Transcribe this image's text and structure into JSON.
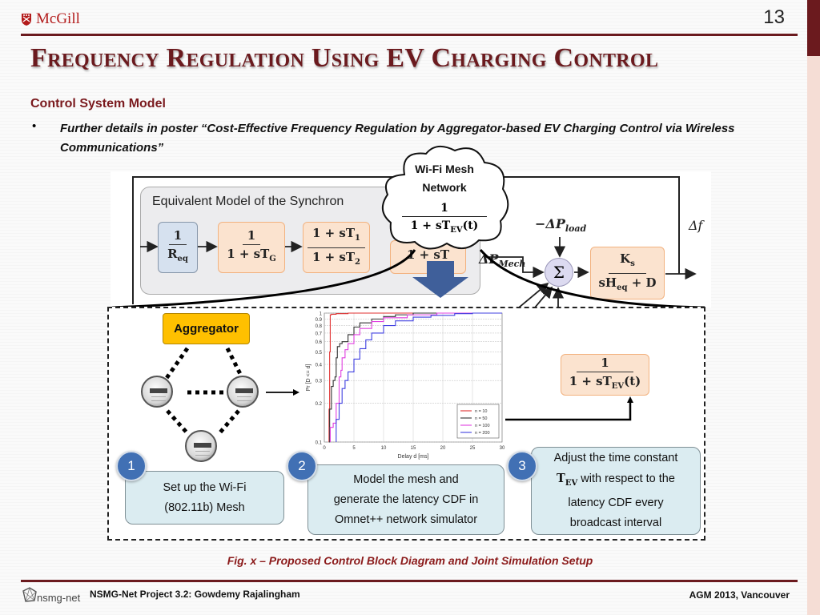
{
  "header": {
    "logo_text": "McGill",
    "slide_number": "13",
    "title": "Frequency Regulation Using EV Charging Control"
  },
  "section": {
    "subtitle": "Control System Model",
    "bullet_symbol": "•",
    "bullet_text": "Further details in poster “Cost-Effective Frequency Regulation by Aggregator-based EV Charging Control via Wireless Communications”"
  },
  "top_diagram": {
    "panel_label": "Equivalent Model of the Synchron",
    "blocks": [
      {
        "num": "1",
        "den": "R",
        "den_sub": "eq"
      },
      {
        "num": "1",
        "den": "1 + sT",
        "den_sub": "G"
      },
      {
        "num": "1 + sT",
        "num_sub": "1",
        "den": "1 + sT",
        "den_sub": "2"
      },
      {
        "num": "",
        "den": "1 + sT",
        "den_sub": ""
      }
    ],
    "sum_symbol": "Σ",
    "plant_block": {
      "num": "K",
      "num_sub": "s",
      "den_pre": "sH",
      "den_sub": "eq",
      "den_post": " + D"
    },
    "labels": {
      "p_load": "−ΔP",
      "p_load_sub": "load",
      "p_mech": "ΔP",
      "p_mech_sub": "Mech",
      "delta_f": "Δf"
    },
    "cloud": {
      "line1": "Wi-Fi Mesh",
      "line2": "Network",
      "num": "1",
      "den": "1 + sT",
      "den_sub": "EV",
      "den_post": "(t)"
    }
  },
  "setup": {
    "aggregator_label": "Aggregator",
    "ev_block": {
      "num": "1",
      "den": "1 + sT",
      "den_sub": "EV",
      "den_post": "(t)"
    },
    "steps": [
      {
        "number": "1",
        "text_lines": [
          "Set up the Wi-Fi",
          "(802.11b) Mesh"
        ]
      },
      {
        "number": "2",
        "text_lines": [
          "Model the mesh and",
          "generate the latency CDF in",
          "Omnet++ network simulator"
        ]
      },
      {
        "number": "3",
        "text_pre": "Adjust the time constant",
        "text_sym": "T",
        "text_sym_sub": "EV",
        "text_after_sym": " with respect to the",
        "text_lines_rest": [
          "latency CDF every",
          "broadcast interval"
        ]
      }
    ]
  },
  "chart_data": {
    "type": "line",
    "title": "",
    "xlabel": "Delay d [ms]",
    "ylabel": "Pr [D <= d]",
    "xlim": [
      0,
      30
    ],
    "ylim": [
      0.1,
      1
    ],
    "yscale": "log",
    "xticks": [
      0,
      5,
      10,
      15,
      20,
      25,
      30
    ],
    "yticks": [
      0.1,
      0.2,
      0.3,
      0.4,
      0.5,
      0.6,
      0.7,
      0.8,
      0.9,
      1
    ],
    "ytick_labels": [
      "0.1",
      "0.2",
      "0.3",
      "0.4",
      "0.5",
      "0.6",
      "0.7",
      "0.8",
      "0.9",
      "1"
    ],
    "grid": true,
    "legend_position": "bottom-right",
    "series": [
      {
        "name": "n = 10",
        "color": "#e03030",
        "x": [
          0.8,
          0.8,
          0.9,
          1.0,
          1.0,
          1.2,
          2.0,
          4.0,
          30
        ],
        "y": [
          0.1,
          0.18,
          0.5,
          0.85,
          0.97,
          0.98,
          0.99,
          1.0,
          1.0
        ]
      },
      {
        "name": "n = 50",
        "color": "#333333",
        "x": [
          0.8,
          0.9,
          1.2,
          1.5,
          1.8,
          2.0,
          2.2,
          2.6,
          3.0,
          4.0,
          5.0,
          6.0,
          8.0,
          10.0,
          12.0,
          15.0,
          30
        ],
        "y": [
          0.1,
          0.18,
          0.27,
          0.3,
          0.32,
          0.45,
          0.55,
          0.58,
          0.6,
          0.68,
          0.78,
          0.84,
          0.9,
          0.94,
          0.97,
          1.0,
          1.0
        ]
      },
      {
        "name": "n = 100",
        "color": "#e040e0",
        "x": [
          1.0,
          1.0,
          1.5,
          2.0,
          2.5,
          2.8,
          3.0,
          3.5,
          4.0,
          5.0,
          6.0,
          8.0,
          10.0,
          14.0,
          19.0,
          30
        ],
        "y": [
          0.1,
          0.13,
          0.14,
          0.2,
          0.32,
          0.36,
          0.45,
          0.52,
          0.58,
          0.68,
          0.76,
          0.86,
          0.92,
          0.97,
          1.0,
          1.0
        ]
      },
      {
        "name": "n = 200",
        "color": "#4040e0",
        "x": [
          2.0,
          2.0,
          2.5,
          3.0,
          3.5,
          4.0,
          5.0,
          6.0,
          7.0,
          8.0,
          10.0,
          12.0,
          15.0,
          18.0,
          22.0,
          25.0,
          30
        ],
        "y": [
          0.1,
          0.15,
          0.2,
          0.26,
          0.3,
          0.35,
          0.44,
          0.53,
          0.62,
          0.7,
          0.8,
          0.87,
          0.93,
          0.96,
          0.99,
          1.0,
          1.0
        ]
      }
    ]
  },
  "caption": "Fig. x – Proposed Control Block Diagram and Joint Simulation Setup",
  "footer": {
    "logo_text": "nsmg-net",
    "left": "NSMG-Net Project 3.2: Gowdemy Rajalingham",
    "right": "AGM 2013, Vancouver"
  },
  "colors": {
    "brand_maroon": "#6b1a1e",
    "side_light": "#f5ddd5",
    "caption_red": "#8b1a1a",
    "aggregator_yellow": "#ffc000",
    "step_badge_blue": "#4170b4",
    "step_box_fill": "#dbecf1",
    "block_orange": "#fbe3cf",
    "arrow_blue": "#3f5f9a"
  }
}
